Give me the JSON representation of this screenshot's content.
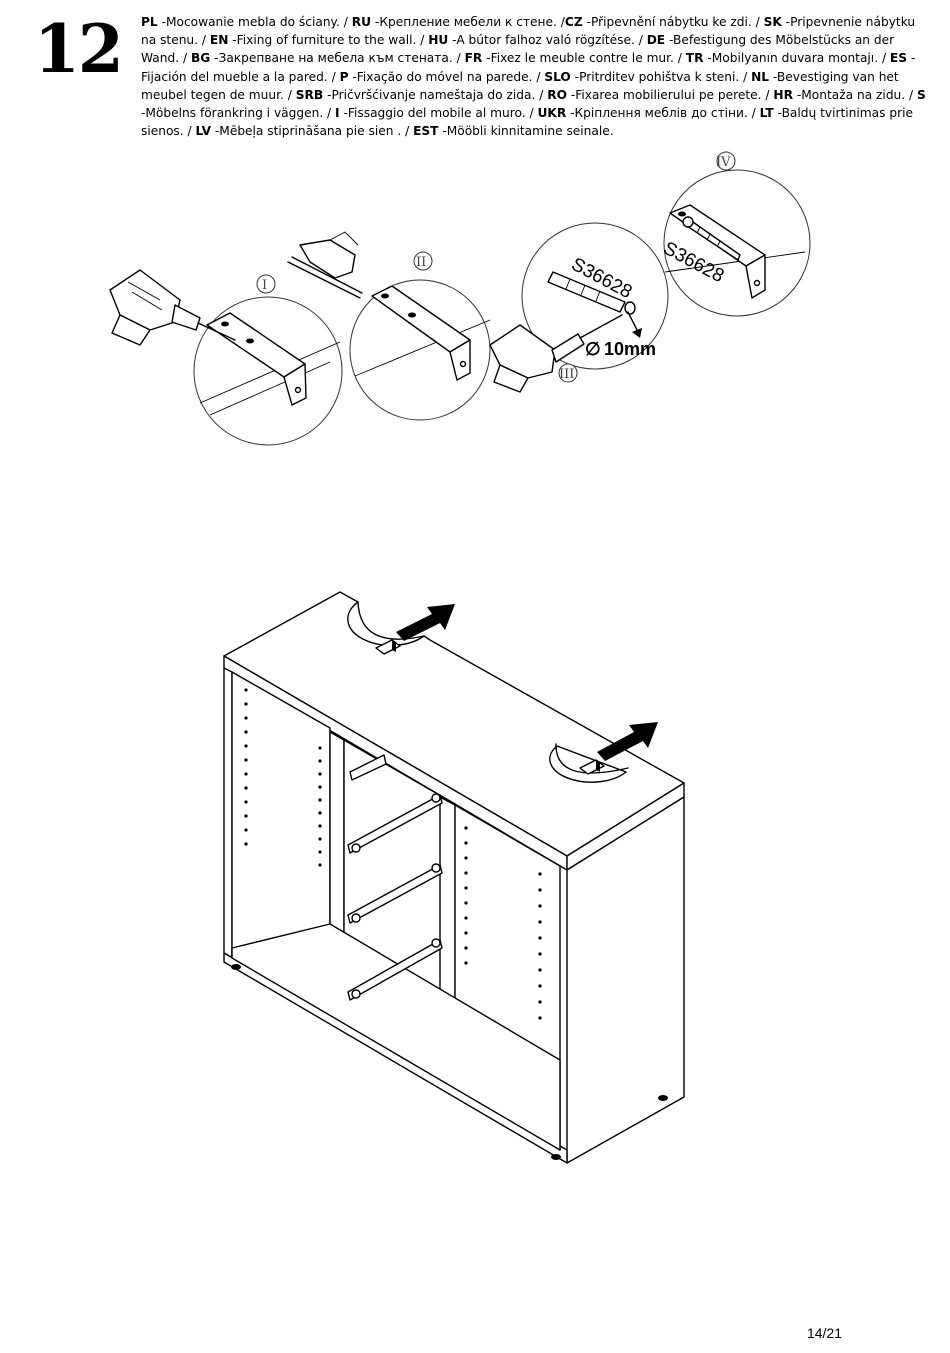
{
  "step": {
    "number": "12"
  },
  "instructions": [
    {
      "code": "PL",
      "text": " -Mocowanie mebla do ściany. / "
    },
    {
      "code": "RU",
      "text": " -Крепление мебели к стене. /"
    },
    {
      "code": "CZ",
      "text": " -Připevnění nábytku ke zdi. / "
    },
    {
      "code": "SK",
      "text": " -Pripevnenie nábytku na stenu. / "
    },
    {
      "code": "EN",
      "text": " -Fixing of furniture to the wall. / "
    },
    {
      "code": "HU",
      "text": " -A bútor falhoz való rögzítése. / "
    },
    {
      "code": "DE",
      "text": " -Befestigung des Möbelstücks an der Wand. / "
    },
    {
      "code": "BG",
      "text": " -Закрепване на мебела към стената. / "
    },
    {
      "code": "FR",
      "text": " -Fixez le meuble contre le mur. / "
    },
    {
      "code": "TR",
      "text": " -Mobilyanın duvara montajı. / "
    },
    {
      "code": "ES",
      "text": " -Fijación del mueble a la pared. / "
    },
    {
      "code": "P",
      "text": " -Fixação do móvel na parede. /  "
    },
    {
      "code": "SLO",
      "text": " -Pritrditev pohištva k steni. / "
    },
    {
      "code": "NL",
      "text": " -Bevestiging van het meubel tegen de muur. / "
    },
    {
      "code": "SRB",
      "text": " -Pričvršćivanje nameštaja do zida. / "
    },
    {
      "code": "RO",
      "text": " -Fixarea mobilierului pe perete. / "
    },
    {
      "code": "HR",
      "text": " -Montaža na zidu. / "
    },
    {
      "code": "S",
      "text": "  -Möbelns förankring i väggen. / "
    },
    {
      "code": "I",
      "text": "  -Fissaggio del mobile al muro. / "
    },
    {
      "code": "UKR",
      "text": " -Кріплення меблів до стіни. / "
    },
    {
      "code": "LT",
      "text": " -Baldų tvirtinimas prie sienos. / "
    },
    {
      "code": "LV",
      "text": " -Mēbeļa stiprināšana pie sien             . / "
    },
    {
      "code": "EST",
      "text": "  -Mööbli kinnitamine seinale."
    }
  ],
  "details": {
    "step1": "I",
    "step2": "II",
    "step3": "III",
    "step4": "IV",
    "part_code_1": "S36628",
    "part_code_2": "S36628",
    "drill_diameter": "10mm",
    "diameter_symbol": "∅"
  },
  "footer": {
    "page": "14/21"
  }
}
